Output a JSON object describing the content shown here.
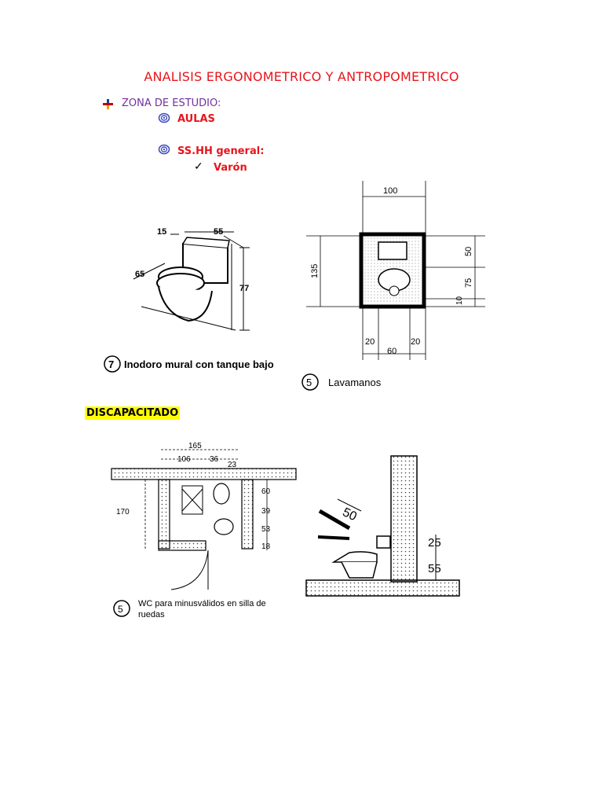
{
  "title": "ANALISIS ERGONOMETRICO Y ANTROPOMETRICO",
  "bullets": {
    "zona": "ZONA DE ESTUDIO:",
    "aulas": "AULAS",
    "sshh": "SS.HH general:",
    "varon": "Varón"
  },
  "section_discapacitado": "DISCAPACITADO",
  "fig_inodoro": {
    "number": "7",
    "caption": "Inodoro mural con tanque bajo",
    "dims": {
      "d15": "15",
      "d55": "55",
      "d65": "65",
      "d77": "77"
    }
  },
  "fig_lavamanos": {
    "number": "5",
    "caption": "Lavamanos",
    "dims": {
      "d100": "100",
      "d135": "135",
      "d50": "50",
      "d75": "75",
      "d10": "10",
      "d20a": "20",
      "d60": "60",
      "d20b": "20"
    }
  },
  "fig_wc": {
    "number": "5",
    "caption_line1": "WC para minusválidos en silla de",
    "caption_line2": "ruedas",
    "dims": {
      "d165": "165",
      "d106": "106",
      "d36": "36",
      "d23": "23",
      "d170": "170",
      "d60": "60",
      "d39": "39",
      "d53": "53",
      "d18": "18"
    }
  },
  "fig_side": {
    "dims": {
      "d50": "50",
      "d25": "25",
      "d55": "55"
    }
  }
}
